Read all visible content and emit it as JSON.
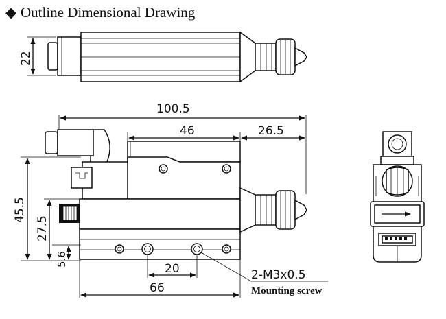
{
  "title": {
    "marker": "◆",
    "text": "Outline Dimensional Drawing"
  },
  "dimensions": {
    "top_height": "22",
    "overall_length": "100.5",
    "upper_span": "46",
    "tip_length": "26.5",
    "total_height": "45.5",
    "body_height": "27.5",
    "screw_offset": "5.6",
    "screw_pitch": "20",
    "base_length": "66"
  },
  "callout": {
    "thread": "2-M3x0.5",
    "label": "Mounting screw"
  },
  "icons": {
    "arrow": "right-arrow-icon"
  }
}
